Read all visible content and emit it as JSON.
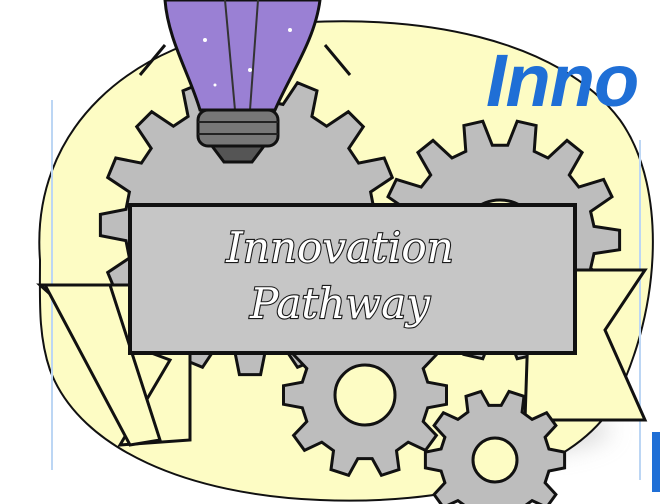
{
  "colors": {
    "blob": "#fdfcc4",
    "accent_blue": "#1f6fd6",
    "gear": "#bdbdbd",
    "banner": "#c6c6c6",
    "bulb": "#9a80d4",
    "outline": "#111111"
  },
  "banner": {
    "line1": "Innovation",
    "line2": "Pathway"
  },
  "heading": {
    "text": "Inno"
  },
  "icons": [
    "lightbulb-icon",
    "gear-icon"
  ]
}
